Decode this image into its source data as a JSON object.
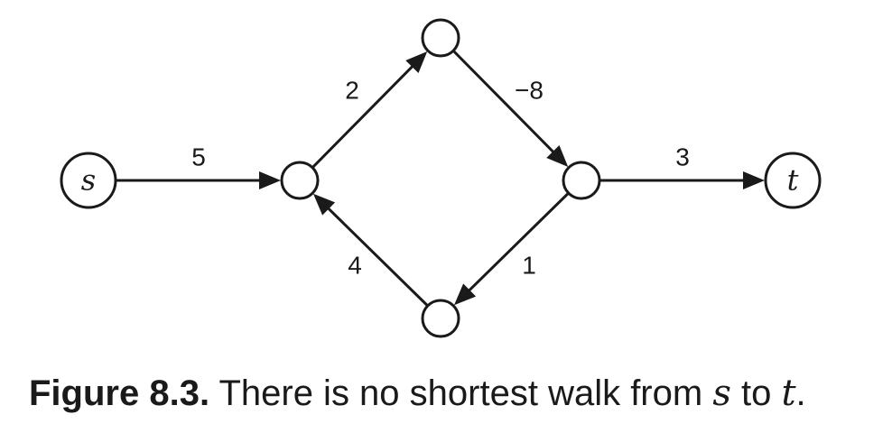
{
  "diagram": {
    "nodes": [
      {
        "id": "s",
        "label": "s"
      },
      {
        "id": "a",
        "label": ""
      },
      {
        "id": "b",
        "label": ""
      },
      {
        "id": "c",
        "label": ""
      },
      {
        "id": "d",
        "label": ""
      },
      {
        "id": "t",
        "label": "t"
      }
    ],
    "edges": [
      {
        "id": "s-a",
        "from": "s",
        "to": "a",
        "weight": "5"
      },
      {
        "id": "a-b",
        "from": "a",
        "to": "b",
        "weight": "2"
      },
      {
        "id": "b-c",
        "from": "b",
        "to": "c",
        "weight": "−8"
      },
      {
        "id": "c-t",
        "from": "c",
        "to": "t",
        "weight": "3"
      },
      {
        "id": "c-d",
        "from": "c",
        "to": "d",
        "weight": "1"
      },
      {
        "id": "d-a",
        "from": "d",
        "to": "a",
        "weight": "4"
      }
    ]
  },
  "caption": {
    "label": "Figure 8.3.",
    "text_before": " There is no shortest walk from ",
    "math_from": "s",
    "text_middle": " to ",
    "math_to": "t",
    "text_after": "."
  }
}
